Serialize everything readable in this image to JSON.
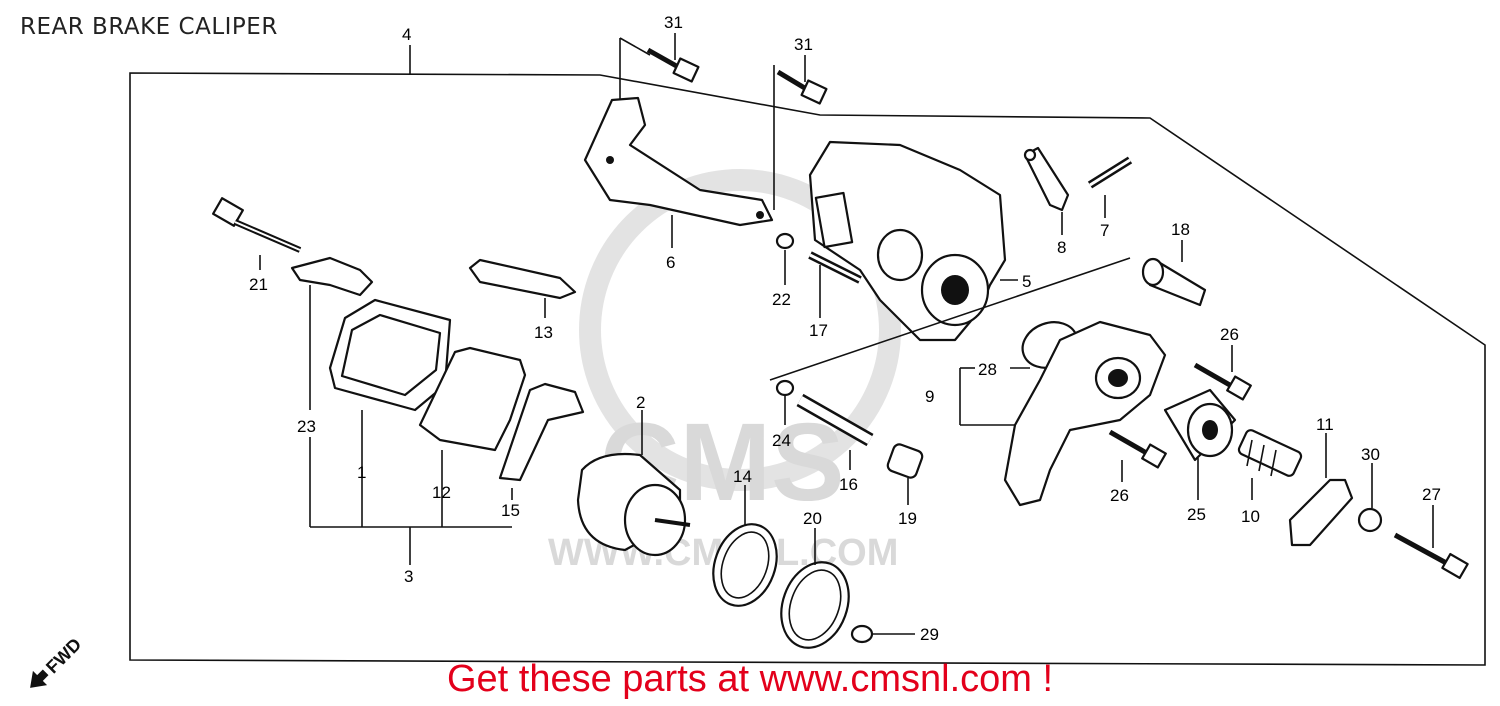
{
  "header": {
    "title": "REAR BRAKE CALIPER"
  },
  "footer": {
    "cta": "Get these parts at www.cmsnl.com !"
  },
  "watermark": {
    "brand": "CMS",
    "url": "WWW.CMSNL.COM"
  },
  "fwd_marker": "FWD",
  "callouts": {
    "c1": "1",
    "c2": "2",
    "c3": "3",
    "c4": "4",
    "c5": "5",
    "c6": "6",
    "c7": "7",
    "c8": "8",
    "c9": "9",
    "c10": "10",
    "c11": "11",
    "c12": "12",
    "c13": "13",
    "c14": "14",
    "c15": "15",
    "c16": "16",
    "c17": "17",
    "c18": "18",
    "c19": "19",
    "c20": "20",
    "c21": "21",
    "c22": "22",
    "c23": "23",
    "c24": "24",
    "c25": "25",
    "c26a": "26",
    "c26b": "26",
    "c27": "27",
    "c28": "28",
    "c29": "29",
    "c30": "30",
    "c31a": "31",
    "c31b": "31"
  },
  "colors": {
    "cta": "#e3001b",
    "watermark": "#d9d9d9",
    "ink": "#111111"
  }
}
